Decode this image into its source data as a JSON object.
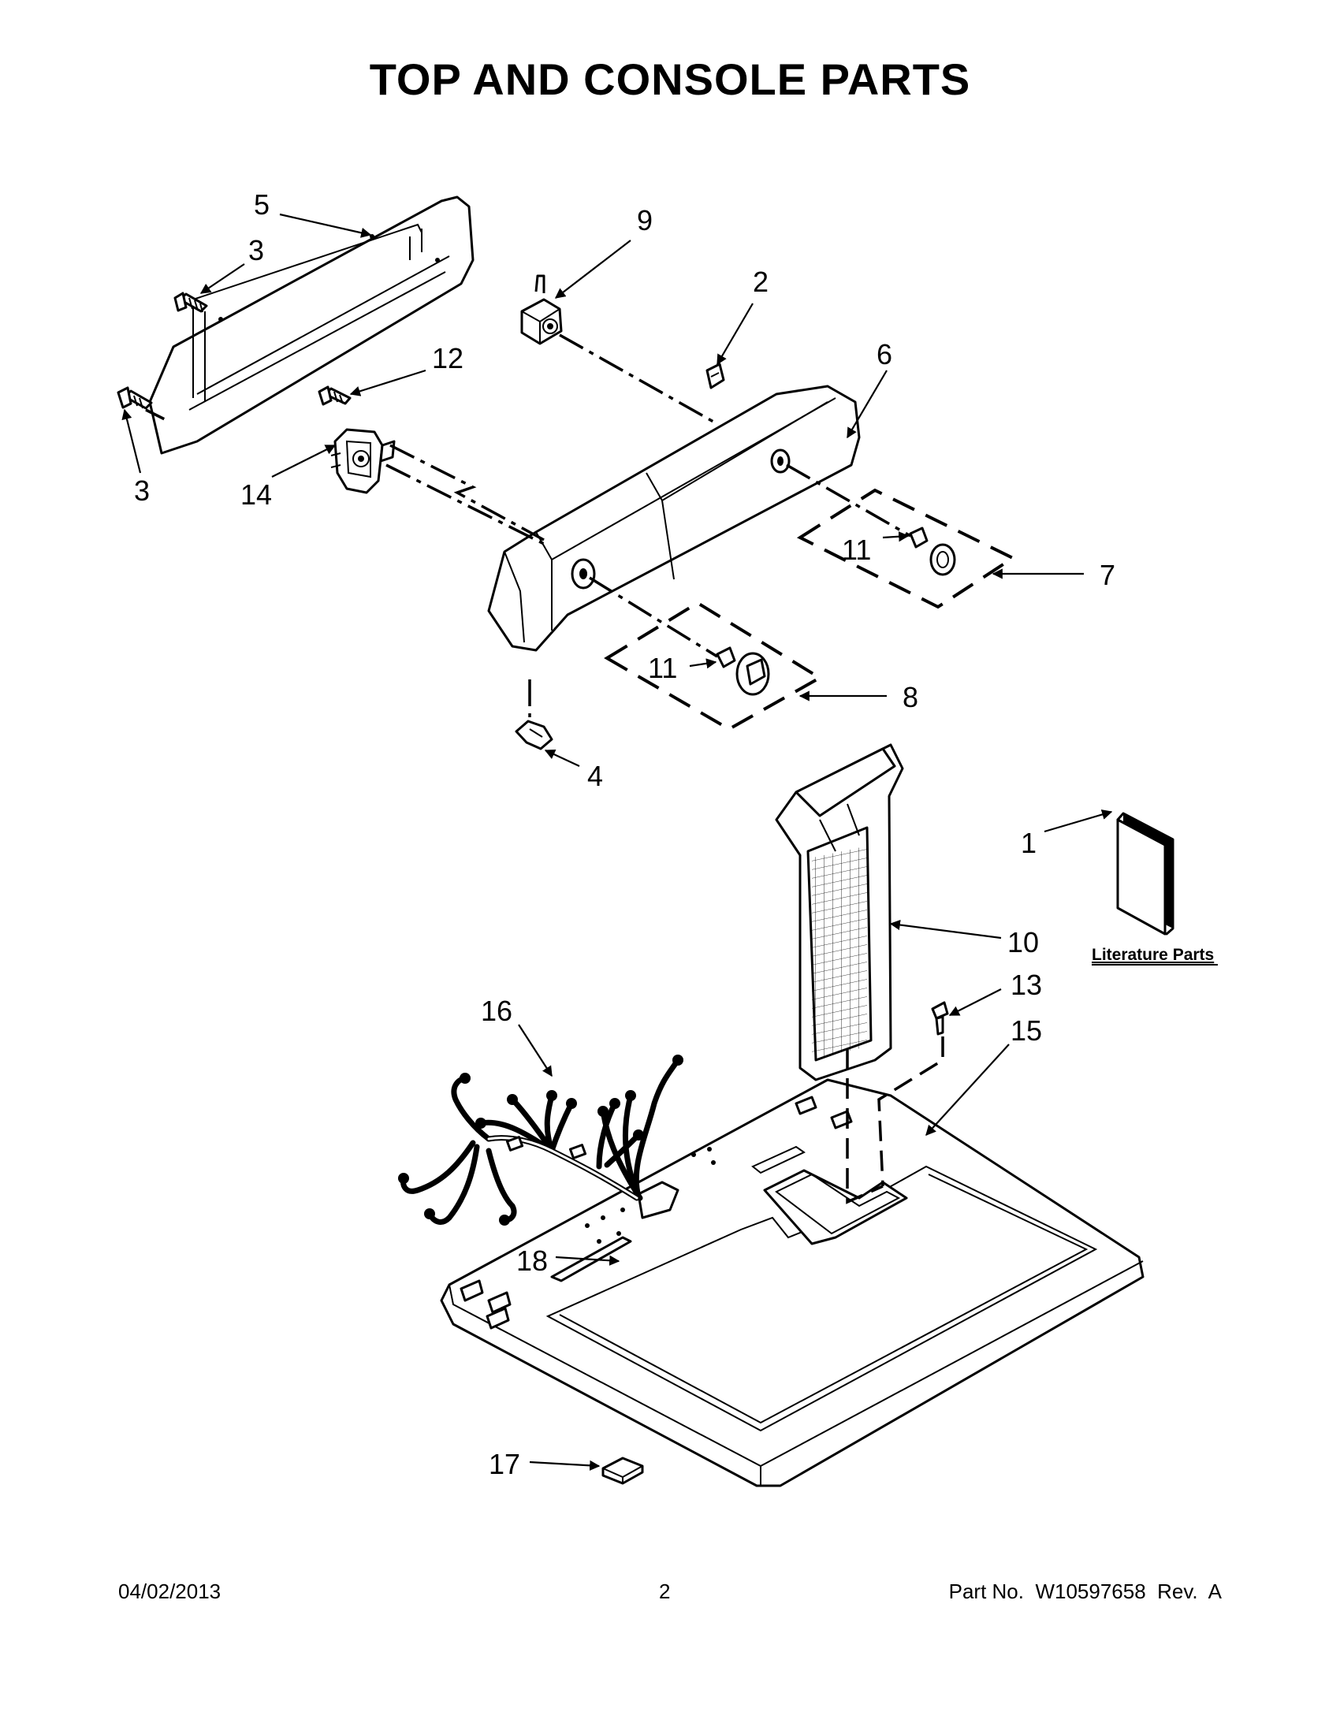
{
  "title": "TOP AND CONSOLE PARTS",
  "callouts": {
    "c1": "1",
    "c2": "2",
    "c3a": "3",
    "c3b": "3",
    "c4": "4",
    "c5": "5",
    "c6": "6",
    "c7": "7",
    "c8": "8",
    "c9": "9",
    "c10": "10",
    "c11a": "11",
    "c11b": "11",
    "c12": "12",
    "c13": "13",
    "c14": "14",
    "c15": "15",
    "c16": "16",
    "c17": "17",
    "c18": "18"
  },
  "literature_label": "Literature Parts",
  "footer": {
    "date": "04/02/2013",
    "page": "2",
    "part_number": "Part No.  W10597658  Rev.  A"
  },
  "colors": {
    "ink": "#000000",
    "paper": "#ffffff"
  }
}
